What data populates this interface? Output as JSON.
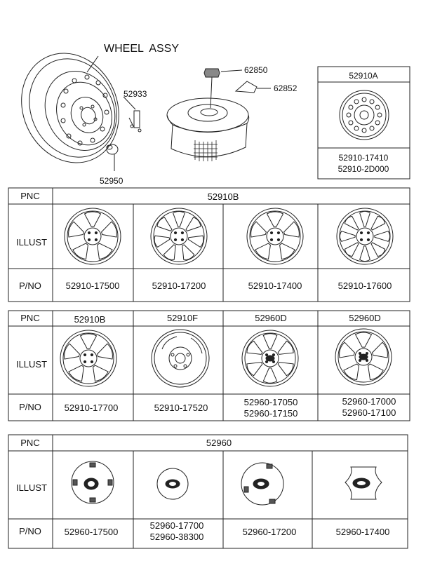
{
  "header": {
    "title": "WHEEL  ASSY",
    "callouts": [
      "52933",
      "52950",
      "62850",
      "62852"
    ]
  },
  "box_a": {
    "pnc": "52910A",
    "pnos": [
      "52910-17410",
      "52910-2D000"
    ]
  },
  "labels": {
    "pnc": "PNC",
    "illust": "ILLUST",
    "pno": "P/NO"
  },
  "table1": {
    "pnc": "52910B",
    "pnos": [
      "52910-17500",
      "52910-17200",
      "52910-17400",
      "52910-17600"
    ]
  },
  "table2": {
    "pncs": [
      "52910B",
      "52910F",
      "52960D",
      "52960D"
    ],
    "pnos": [
      [
        "52910-17700"
      ],
      [
        "52910-17520"
      ],
      [
        "52960-17050",
        "52960-17150"
      ],
      [
        "52960-17000",
        "52960-17100"
      ]
    ]
  },
  "table3": {
    "pnc": "52960",
    "pnos": [
      [
        "52960-17500"
      ],
      [
        "52960-17700",
        "52960-38300"
      ],
      [
        "52960-17200"
      ],
      [
        "52960-17400"
      ]
    ]
  }
}
